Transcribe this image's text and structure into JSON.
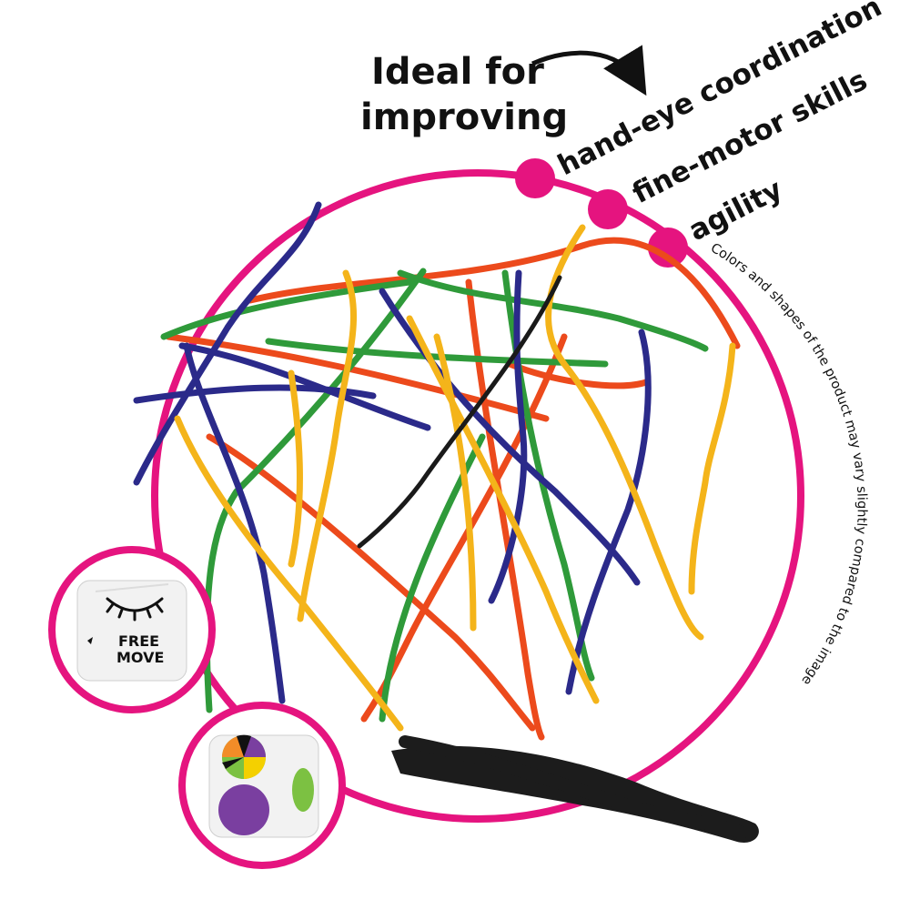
{
  "headline": {
    "line1": "Ideal for",
    "line2": "improving"
  },
  "benefits": [
    {
      "label": "hand-eye coordination"
    },
    {
      "label": "fine-motor skills"
    },
    {
      "label": "agility"
    }
  ],
  "disclaimer": "Colors and shapes of the product may vary slightly compared to the image",
  "dice_face_text": {
    "line1": "FREE",
    "line2": "MOVE"
  },
  "colors": {
    "accent_magenta": "#e5147f",
    "stick_blue": "#2b2a8a",
    "stick_green": "#2f9a3a",
    "stick_orange": "#ec4a1c",
    "stick_yellow": "#f4b41a",
    "stick_black": "#1a1a1a",
    "pie_orange": "#f28c28",
    "pie_purple": "#7a3fa0",
    "pie_green": "#7cc142",
    "pie_yellow": "#f4d000"
  },
  "icons": {
    "closed-eye": "closed-eye-icon",
    "arrow": "curved-arrow-icon"
  }
}
